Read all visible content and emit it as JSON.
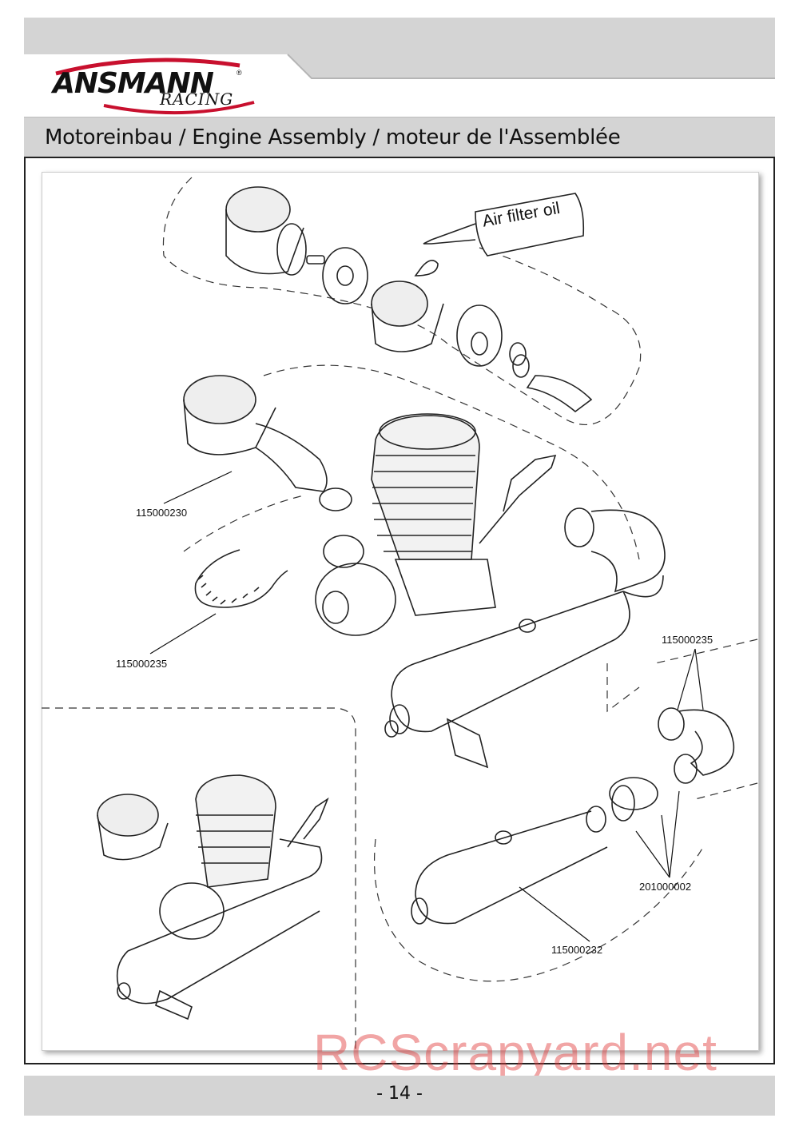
{
  "header": {
    "brand": "ANSMANN",
    "brand_sub": "RACING",
    "registered_mark": "®",
    "title": "Motoreinbau / Engine Assembly / moteur de l'Assemblée"
  },
  "diagram": {
    "oil_bottle_label": "Air filter oil",
    "part_labels": {
      "air_filter": "115000230",
      "spring_left": "115000235",
      "spring_right": "115000235",
      "exhaust_seals": "201000002",
      "exhaust_pipe": "115000232"
    }
  },
  "footer": {
    "page_number": "- 14 -"
  },
  "watermark": "RCScrapyard.net",
  "colors": {
    "band_gray": "#d4d4d4",
    "logo_red": "#c8102e",
    "watermark_red": "#e23a3a"
  }
}
